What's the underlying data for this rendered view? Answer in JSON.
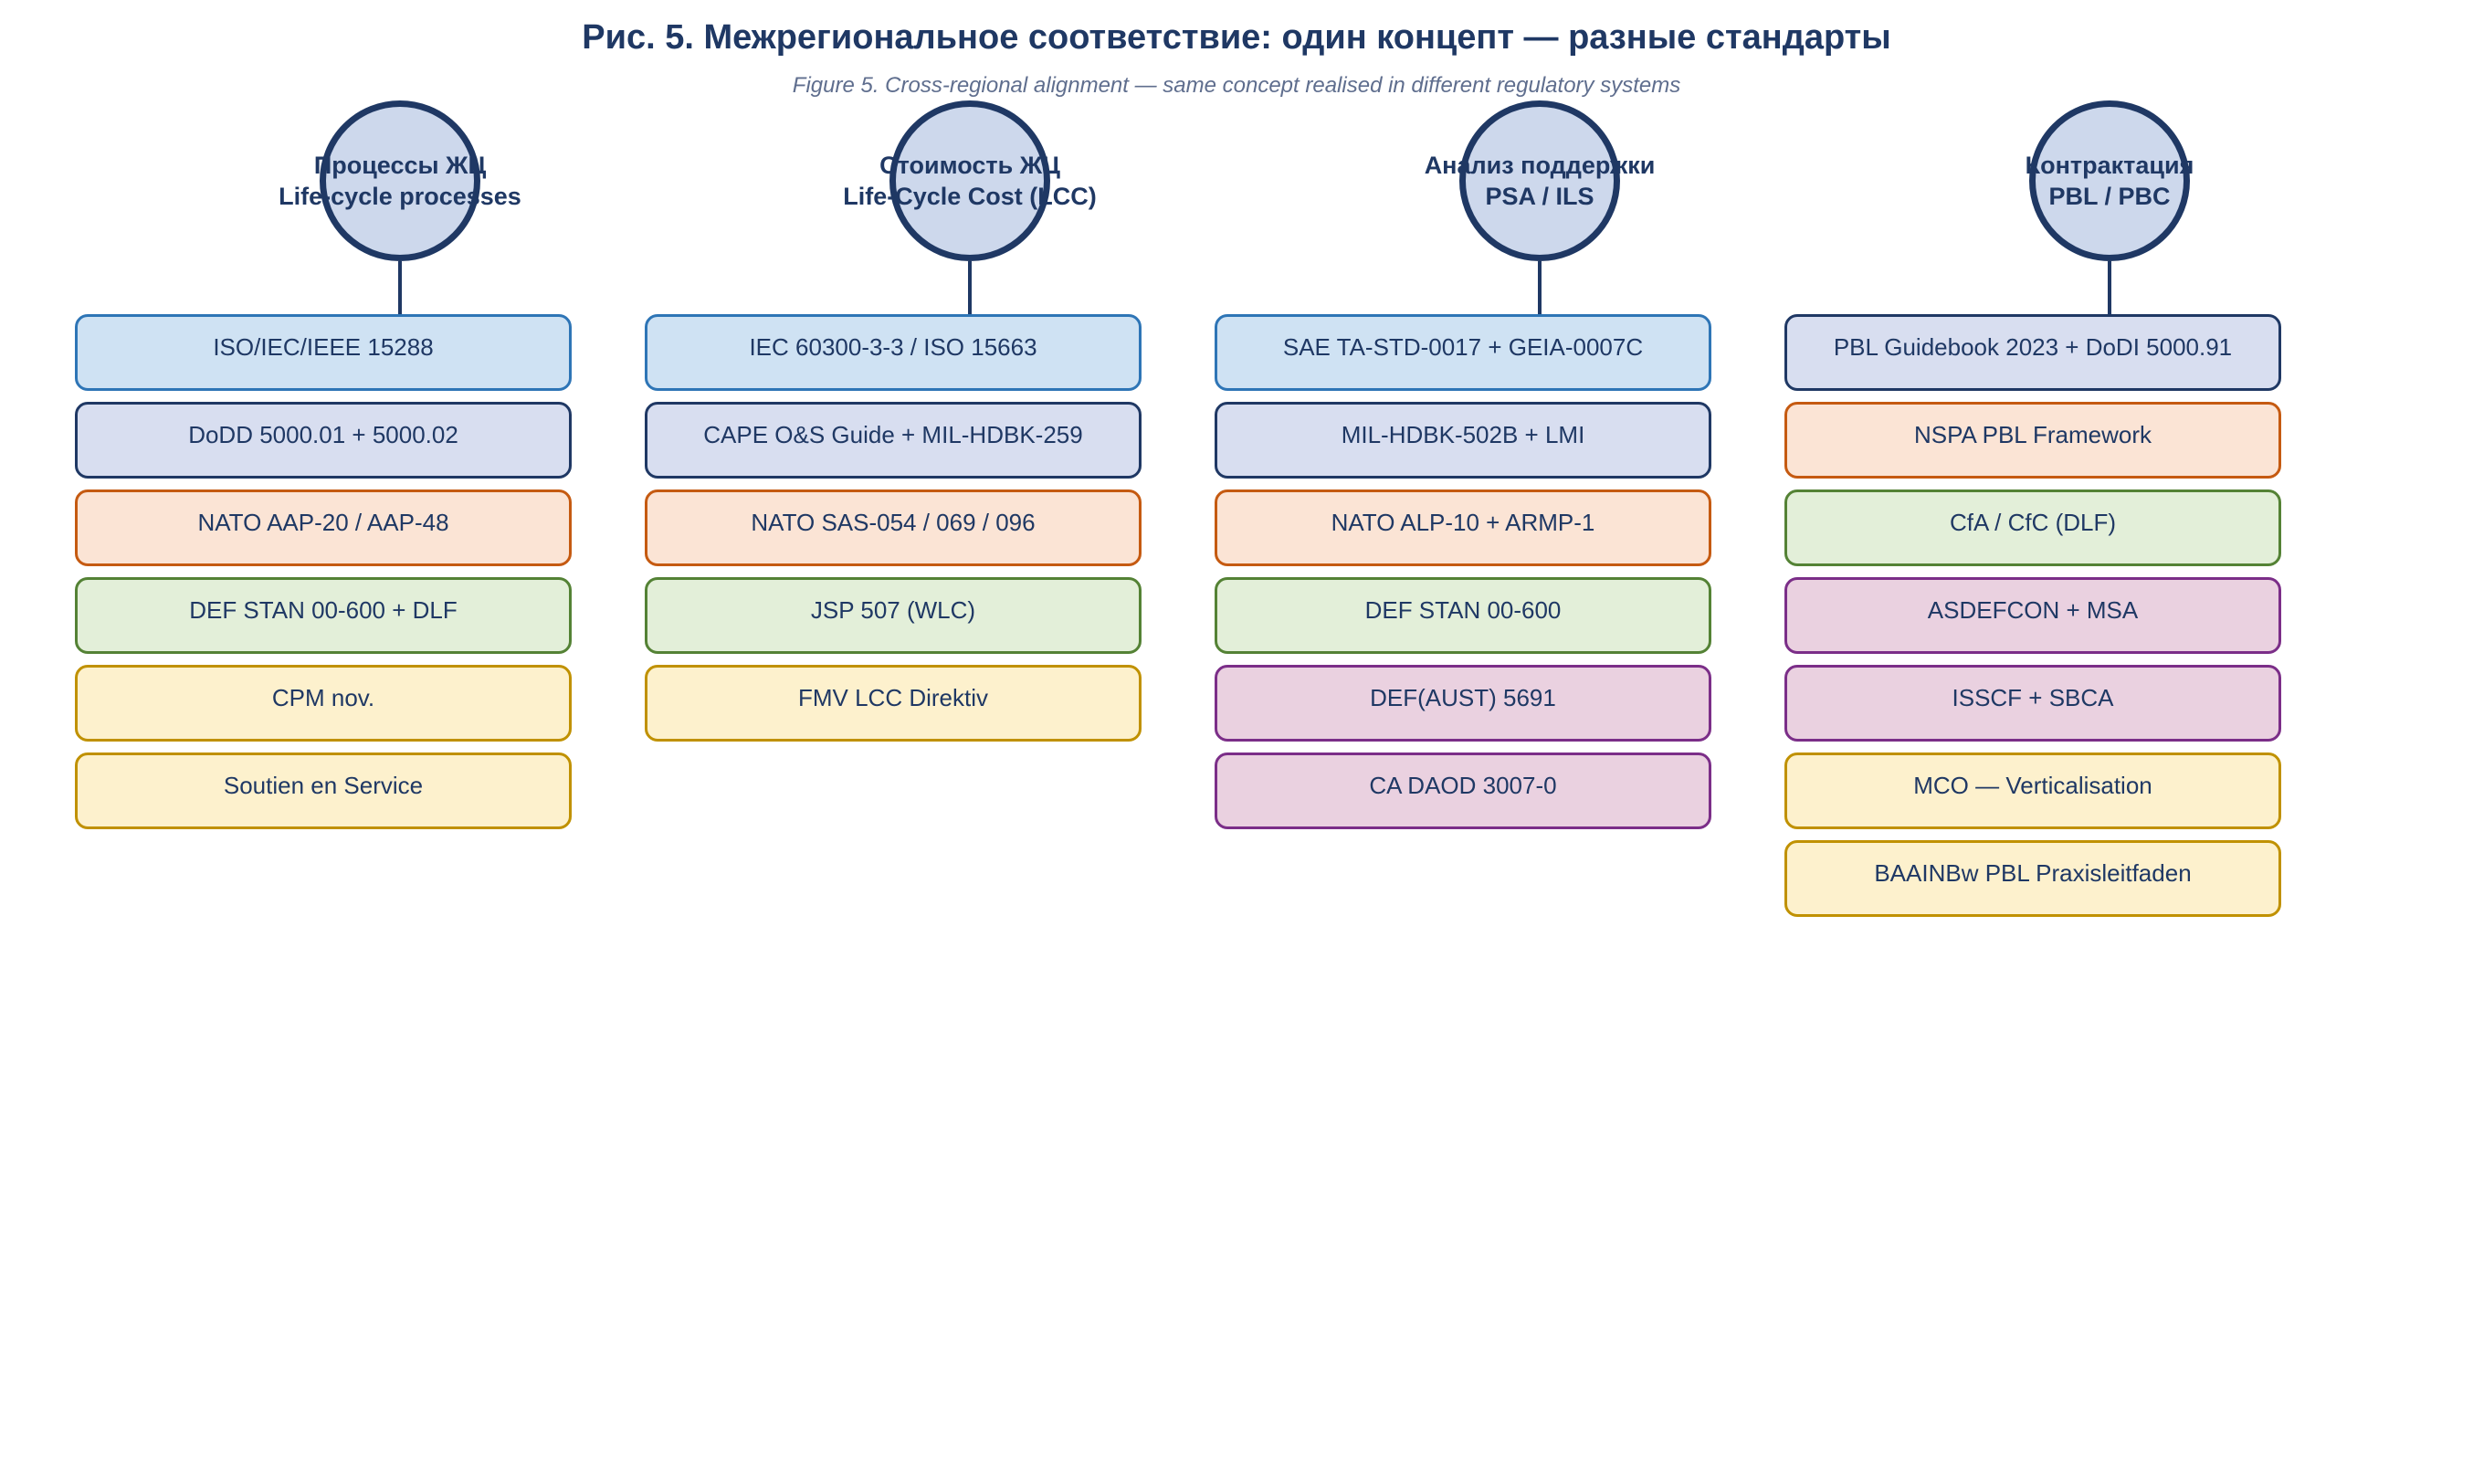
{
  "figure": {
    "title": "Рис. 5. Межрегиональное соответствие: один концепт — разные стандарты",
    "subtitle": "Figure 5. Cross-regional alignment — same concept realised in different regulatory systems"
  },
  "palette": {
    "navy": "#1f3864",
    "subtitle_color": "#5f6e8e",
    "background": "#ffffff",
    "circle_fill": "#cdd8ec",
    "styles": {
      "blue": {
        "fill": "#cfe2f3",
        "border": "#2e75b6"
      },
      "lavender": {
        "fill": "#d8def0",
        "border": "#1f3864"
      },
      "orange": {
        "fill": "#fbe4d5",
        "border": "#c55a11"
      },
      "green": {
        "fill": "#e3efd9",
        "border": "#548235"
      },
      "yellow": {
        "fill": "#fdf1cd",
        "border": "#c09100"
      },
      "pink": {
        "fill": "#ead1e0",
        "border": "#7b2e88"
      }
    }
  },
  "columns": [
    {
      "header_line1": "Процессы ЖЦ",
      "header_line2": "Life-cycle processes",
      "boxes": [
        {
          "label": "ISO/IEC/IEEE 15288",
          "style": "blue"
        },
        {
          "label": "DoDD 5000.01 + 5000.02",
          "style": "lavender"
        },
        {
          "label": "NATO AAP-20 / AAP-48",
          "style": "orange"
        },
        {
          "label": "DEF STAN 00-600 + DLF",
          "style": "green"
        },
        {
          "label": "CPM nov.",
          "style": "yellow"
        },
        {
          "label": "Soutien en Service",
          "style": "yellow"
        }
      ]
    },
    {
      "header_line1": "Стоимость ЖЦ",
      "header_line2": "Life-Cycle Cost (LCC)",
      "boxes": [
        {
          "label": "IEC 60300-3-3 / ISO 15663",
          "style": "blue"
        },
        {
          "label": "CAPE O&S Guide + MIL-HDBK-259",
          "style": "lavender"
        },
        {
          "label": "NATO SAS-054 / 069 / 096",
          "style": "orange"
        },
        {
          "label": "JSP 507 (WLC)",
          "style": "green"
        },
        {
          "label": "FMV LCC Direktiv",
          "style": "yellow"
        }
      ]
    },
    {
      "header_line1": "Анализ поддержки",
      "header_line2": "PSA / ILS",
      "boxes": [
        {
          "label": "SAE TA-STD-0017 + GEIA-0007C",
          "style": "blue"
        },
        {
          "label": "MIL-HDBK-502B + LMI",
          "style": "lavender"
        },
        {
          "label": "NATO ALP-10 + ARMP-1",
          "style": "orange"
        },
        {
          "label": "DEF STAN 00-600",
          "style": "green"
        },
        {
          "label": "DEF(AUST) 5691",
          "style": "pink"
        },
        {
          "label": "CA DAOD 3007-0",
          "style": "pink"
        }
      ]
    },
    {
      "header_line1": "Контрактация",
      "header_line2": "PBL / PBC",
      "boxes": [
        {
          "label": "PBL Guidebook 2023 + DoDI 5000.91",
          "style": "lavender"
        },
        {
          "label": "NSPA PBL Framework",
          "style": "orange"
        },
        {
          "label": "CfA / CfC (DLF)",
          "style": "green"
        },
        {
          "label": "ASDEFCON + MSA",
          "style": "pink"
        },
        {
          "label": "ISSCF + SBCA",
          "style": "pink"
        },
        {
          "label": "MCO — Verticalisation",
          "style": "yellow"
        },
        {
          "label": "BAAINBw PBL Praxisleitfaden",
          "style": "yellow"
        }
      ]
    }
  ]
}
